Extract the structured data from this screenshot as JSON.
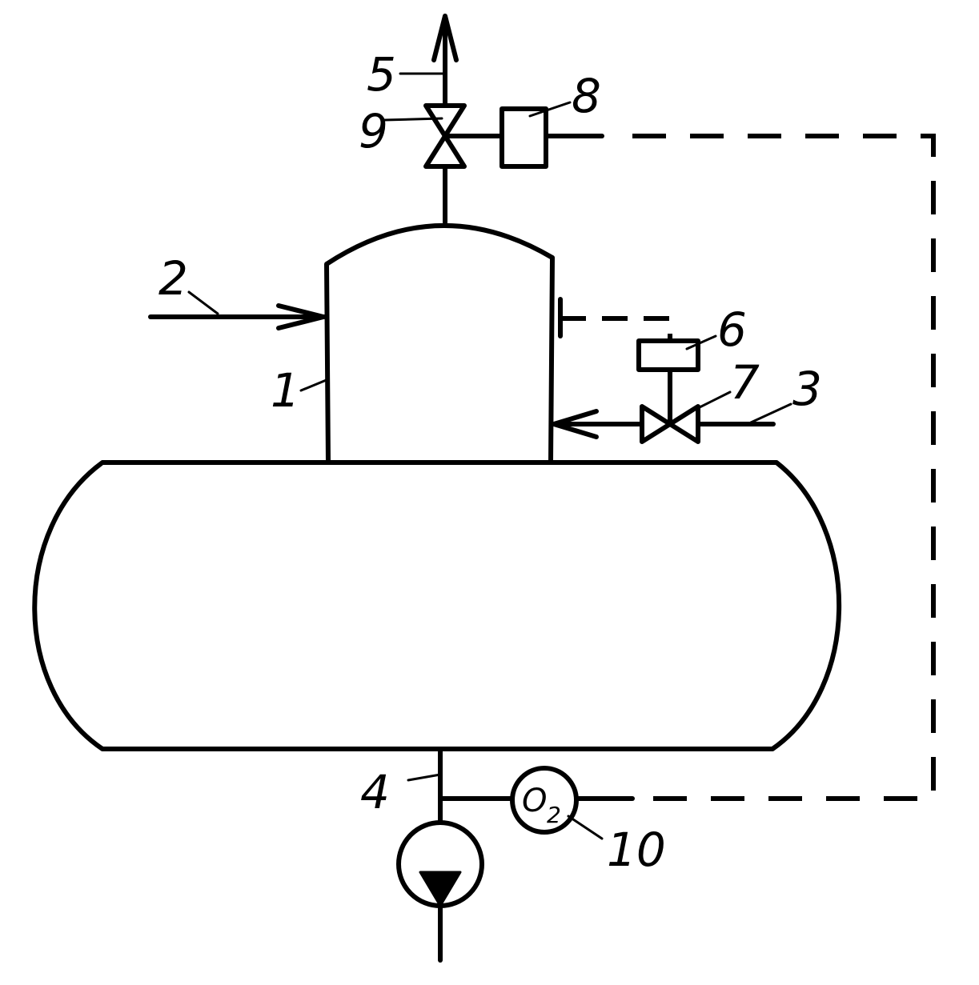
{
  "labels": {
    "l1": "1",
    "l2": "2",
    "l3": "3",
    "l4": "4",
    "l5": "5",
    "l6": "6",
    "l7": "7",
    "l8": "8",
    "l9": "9",
    "l10": "10"
  },
  "oxygen_sensor": {
    "symbol": "O",
    "subscript": "2"
  },
  "colors": {
    "line": "#000000",
    "background": "#ffffff"
  }
}
